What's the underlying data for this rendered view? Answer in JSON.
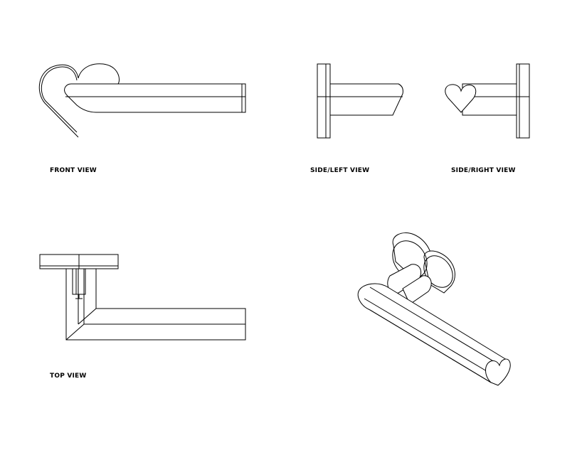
{
  "labels": {
    "front_view": "FRONT VIEW",
    "side_left_view": "SIDE/LEFT VIEW",
    "side_right_view": "SIDE/RIGHT VIEW",
    "top_view": "TOP VIEW"
  },
  "colors": {
    "line": "#000000",
    "background": "#ffffff"
  }
}
